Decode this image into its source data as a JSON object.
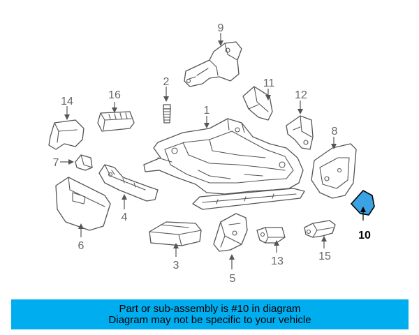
{
  "diagram": {
    "callouts": [
      "1",
      "2",
      "3",
      "4",
      "5",
      "6",
      "7",
      "8",
      "9",
      "10",
      "11",
      "12",
      "13",
      "14",
      "15",
      "16"
    ],
    "highlighted_part": "10",
    "highlight_color": "#3ba3e4",
    "line_color": "#555555"
  },
  "banner": {
    "line1": "Part or sub-assembly is #10 in diagram",
    "line2": "Diagram may not be specific to your vehicle",
    "background": "#00aef0"
  }
}
